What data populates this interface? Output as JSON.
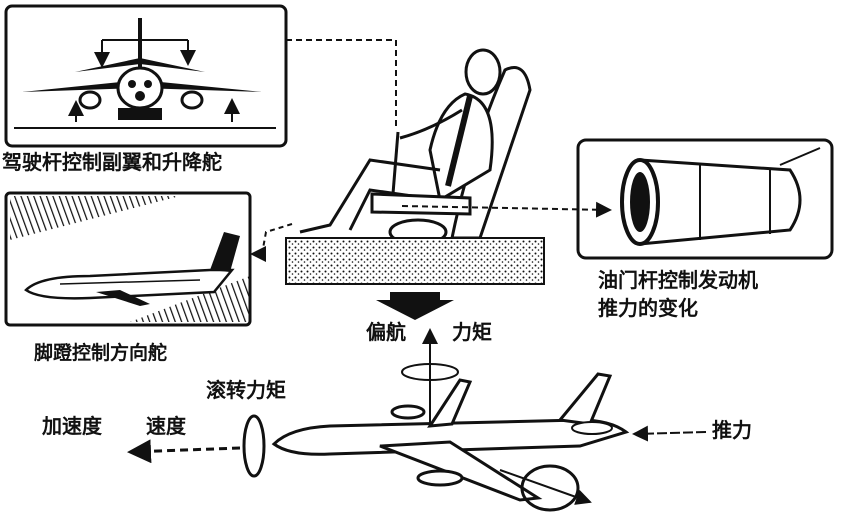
{
  "labels": {
    "stick": "驾驶杆控制副翼和升降舵",
    "pedal": "脚蹬控制方向舵",
    "throttle_line1": "油门杆控制发动机",
    "throttle_line2": "推力的变化",
    "yaw_left": "偏航",
    "yaw_right": "力矩",
    "roll": "滚转力矩",
    "accel": "加速度",
    "speed": "速度",
    "thrust": "推力"
  }
}
